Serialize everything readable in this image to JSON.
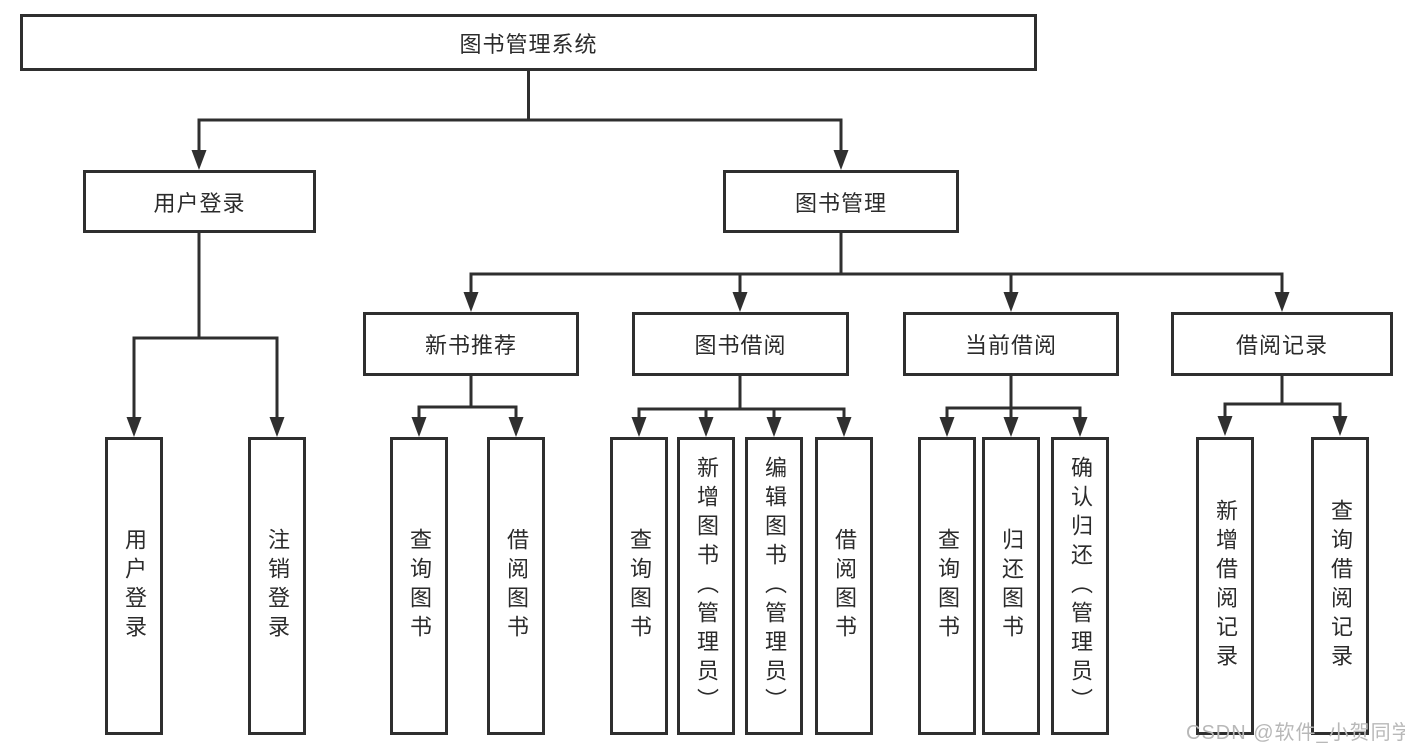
{
  "colors": {
    "line": "#2f2f2f",
    "box_border": "#2f2f2f",
    "box_fill": "#ffffff",
    "text": "#2b2b2b",
    "watermark": "#b8b8b8"
  },
  "tree": {
    "root": "图书管理系统",
    "level2": [
      {
        "label": "用户登录",
        "children": [
          "用户登录",
          "注销登录"
        ]
      },
      {
        "label": "图书管理",
        "children": [
          {
            "label": "新书推荐",
            "children": [
              "查询图书",
              "借阅图书"
            ]
          },
          {
            "label": "图书借阅",
            "children": [
              "查询图书",
              "新增图书（管理员）",
              "编辑图书（管理员）",
              "借阅图书"
            ]
          },
          {
            "label": "当前借阅",
            "children": [
              "查询图书",
              "归还图书",
              "确认归还（管理员）"
            ]
          },
          {
            "label": "借阅记录",
            "children": [
              "新增借阅记录",
              "查询借阅记录"
            ]
          }
        ]
      }
    ]
  },
  "watermark": "CSDN @软件_小贺同学"
}
